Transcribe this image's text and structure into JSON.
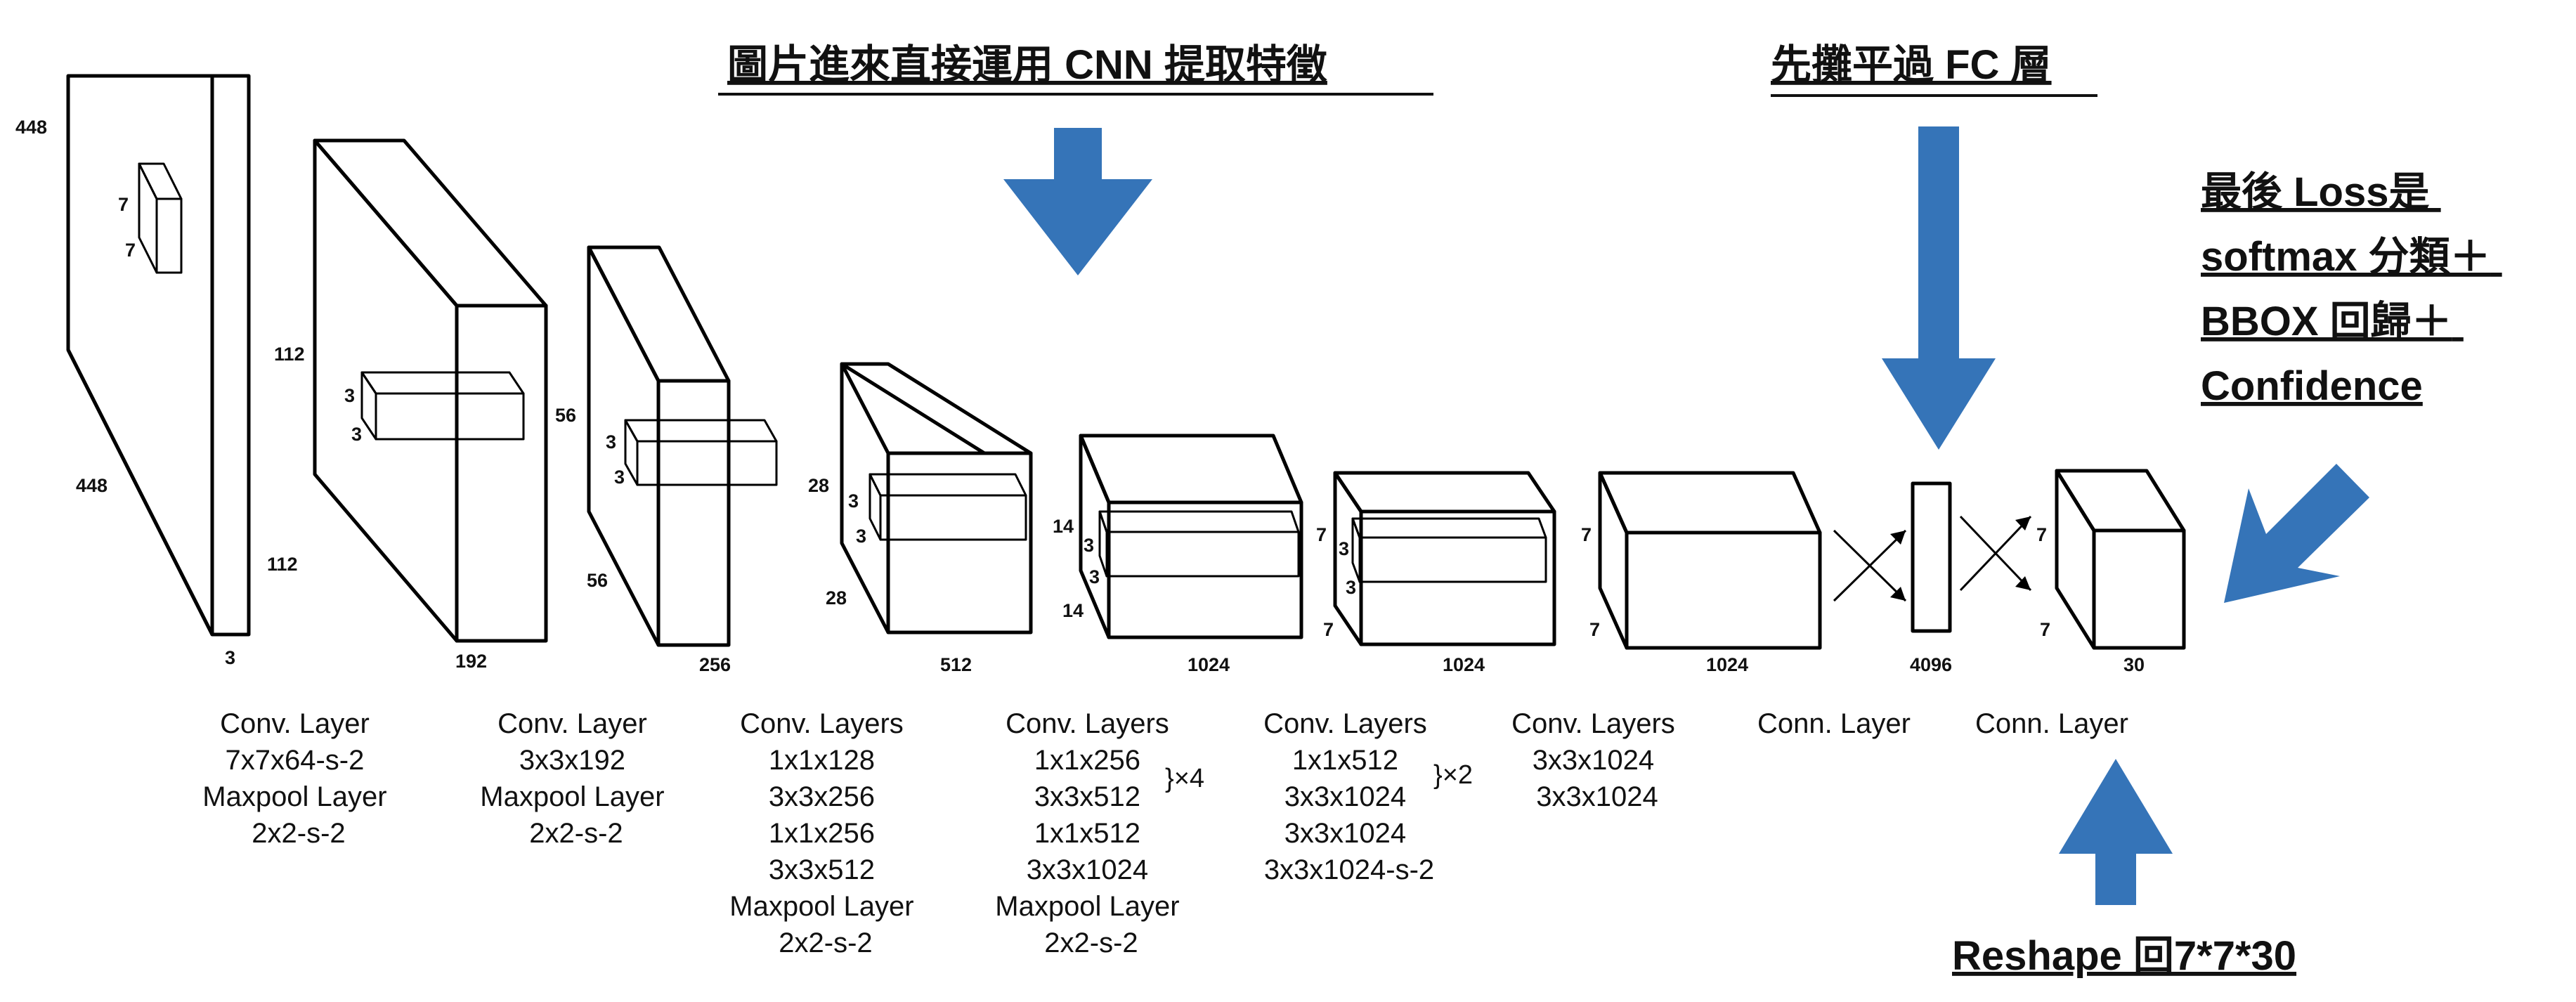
{
  "diagram": {
    "annotations": {
      "cnn": "圖片進來直接運用 CNN 提取特徵",
      "flatten": "先攤平過 FC 層",
      "loss_line1": "最後 Loss是",
      "loss_line2": "softmax 分類＋",
      "loss_line3": "BBOX 回歸＋",
      "loss_line4": "Confidence",
      "reshape": "Reshape 回7*7*30"
    },
    "colors": {
      "arrow": "#3574b8",
      "line": "#000000"
    },
    "input": {
      "height": "448",
      "width": "448",
      "depth": "3",
      "kernel_h": "7",
      "kernel_w": "7"
    },
    "blocks": [
      {
        "height": "112",
        "width": "112",
        "depth": "192",
        "kernel_h": "3",
        "kernel_w": "3",
        "caption": [
          "Conv. Layer",
          "7x7x64-s-2",
          "Maxpool Layer",
          "2x2-s-2"
        ]
      },
      {
        "height": "56",
        "width": "56",
        "depth": "256",
        "kernel_h": "3",
        "kernel_w": "3",
        "caption": [
          "Conv. Layer",
          "3x3x192",
          "Maxpool Layer",
          "2x2-s-2"
        ]
      },
      {
        "height": "28",
        "width": "28",
        "depth": "512",
        "kernel_h": "3",
        "kernel_w": "3",
        "caption": [
          "Conv. Layers",
          "1x1x128",
          "3x3x256",
          "1x1x256",
          "3x3x512",
          "Maxpool Layer",
          "2x2-s-2"
        ]
      },
      {
        "height": "14",
        "width": "14",
        "depth": "1024",
        "kernel_h": "3",
        "kernel_w": "3",
        "caption": [
          "Conv. Layers",
          "1x1x256",
          "3x3x512",
          "1x1x512",
          "3x3x1024",
          "Maxpool Layer",
          "2x2-s-2"
        ],
        "repeat": "}×4"
      },
      {
        "height": "7",
        "width": "7",
        "depth": "1024",
        "kernel_h": "3",
        "kernel_w": "3",
        "caption": [
          "Conv. Layers",
          "1x1x512",
          "3x3x1024",
          "3x3x1024",
          "3x3x1024-s-2"
        ],
        "repeat": "}×2"
      },
      {
        "height": "7",
        "width": "7",
        "depth": "1024",
        "caption": [
          "Conv. Layers",
          "3x3x1024",
          "3x3x1024"
        ]
      }
    ],
    "fc": {
      "depth": "4096",
      "caption": [
        "Conn. Layer"
      ]
    },
    "output": {
      "height": "7",
      "width": "7",
      "depth": "30",
      "caption": [
        "Conn. Layer"
      ]
    }
  }
}
